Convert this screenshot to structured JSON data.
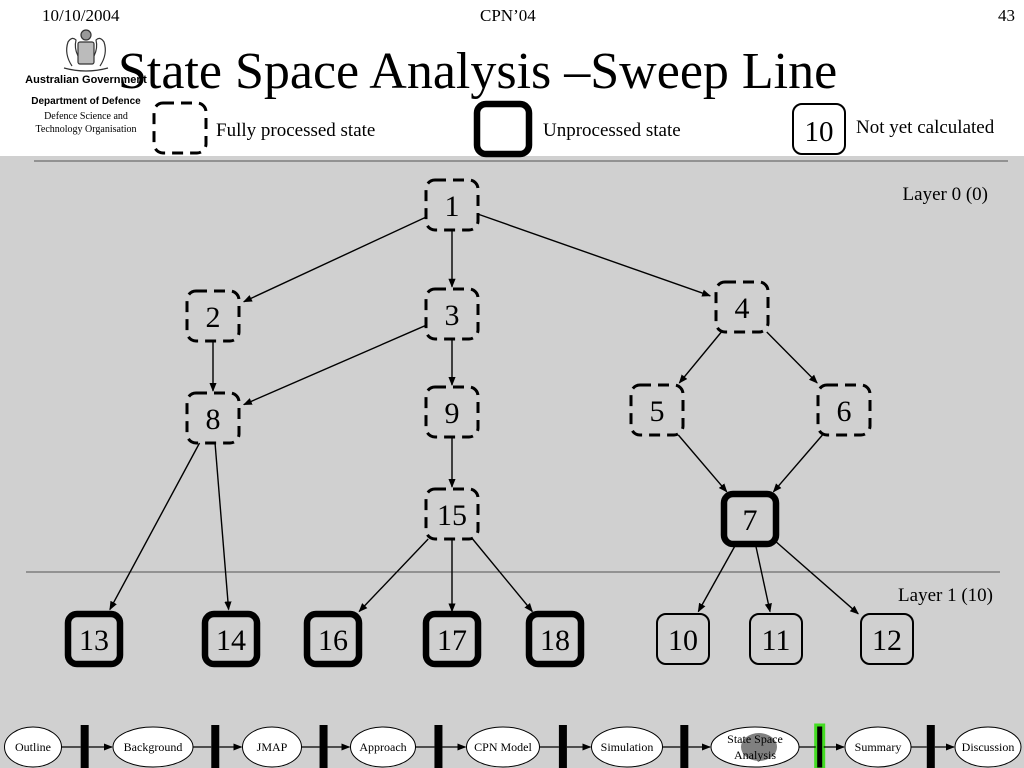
{
  "header": {
    "date": "10/10/2004",
    "conference": "CPN’04",
    "page_number": "43"
  },
  "logo": {
    "line1": "Australian Government",
    "line2": "Department of Defence",
    "line3": "Defence Science and",
    "line4": "Technology Organisation"
  },
  "title": "State Space Analysis –Sweep Line",
  "legend": {
    "fully_processed": "Fully processed state",
    "unprocessed": "Unprocessed state",
    "not_yet_sample": "10",
    "not_yet": "Not yet calculated"
  },
  "layers": {
    "layer0": "Layer 0 (0)",
    "layer1": "Layer 1 (10)"
  },
  "nodes": [
    {
      "id": "1",
      "state": "processed"
    },
    {
      "id": "2",
      "state": "processed"
    },
    {
      "id": "3",
      "state": "processed"
    },
    {
      "id": "4",
      "state": "processed"
    },
    {
      "id": "5",
      "state": "processed"
    },
    {
      "id": "6",
      "state": "processed"
    },
    {
      "id": "7",
      "state": "unprocessed"
    },
    {
      "id": "8",
      "state": "processed"
    },
    {
      "id": "9",
      "state": "processed"
    },
    {
      "id": "15",
      "state": "processed"
    },
    {
      "id": "13",
      "state": "unprocessed"
    },
    {
      "id": "14",
      "state": "unprocessed"
    },
    {
      "id": "16",
      "state": "unprocessed"
    },
    {
      "id": "17",
      "state": "unprocessed"
    },
    {
      "id": "18",
      "state": "unprocessed"
    },
    {
      "id": "10",
      "state": "not-calculated"
    },
    {
      "id": "11",
      "state": "not-calculated"
    },
    {
      "id": "12",
      "state": "not-calculated"
    }
  ],
  "edges": [
    [
      "1",
      "2"
    ],
    [
      "1",
      "3"
    ],
    [
      "1",
      "4"
    ],
    [
      "2",
      "8"
    ],
    [
      "3",
      "8"
    ],
    [
      "3",
      "9"
    ],
    [
      "4",
      "5"
    ],
    [
      "4",
      "6"
    ],
    [
      "5",
      "7"
    ],
    [
      "6",
      "7"
    ],
    [
      "8",
      "13"
    ],
    [
      "8",
      "14"
    ],
    [
      "9",
      "15"
    ],
    [
      "15",
      "16"
    ],
    [
      "15",
      "17"
    ],
    [
      "15",
      "18"
    ],
    [
      "7",
      "10"
    ],
    [
      "7",
      "11"
    ],
    [
      "7",
      "12"
    ]
  ],
  "nav": {
    "items": [
      "Outline",
      "Background",
      "JMAP",
      "Approach",
      "CPN Model",
      "Simulation",
      "State Space Analysis",
      "Summary",
      "Discussion"
    ],
    "active": "State Space Analysis"
  },
  "colors": {
    "background": "#d0d0d0",
    "nav_highlight": "#44dd22",
    "active_marker": "#808080"
  }
}
